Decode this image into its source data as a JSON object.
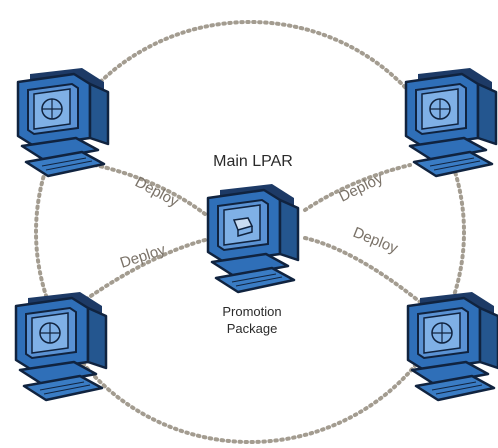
{
  "diagram": {
    "central_node": {
      "title": "Main LPAR",
      "caption_line1": "Promotion",
      "caption_line2": "Package"
    },
    "edges": [
      {
        "label": "Deploy",
        "to": "top-left-lpar"
      },
      {
        "label": "Deploy",
        "to": "top-right-lpar"
      },
      {
        "label": "Deploy",
        "to": "bottom-left-lpar"
      },
      {
        "label": "Deploy",
        "to": "bottom-right-lpar"
      }
    ],
    "colors": {
      "computer_blue": "#2f6fb8",
      "computer_dark": "#1d3a66",
      "dotted_line": "#a39c90",
      "deploy_text": "#7a7268"
    }
  }
}
